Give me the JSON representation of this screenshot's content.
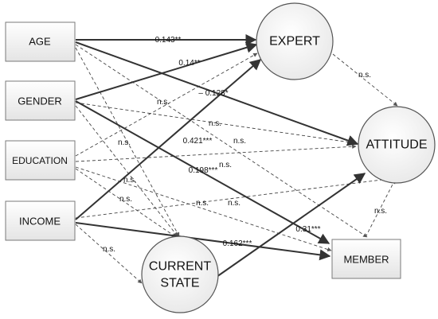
{
  "nodes": {
    "age": "AGE",
    "gender": "GENDER",
    "education": "EDUCATION",
    "income": "INCOME",
    "expert": "EXPERT",
    "attitude": "ATTITUDE",
    "current_state_line1": "CURRENT",
    "current_state_line2": "STATE",
    "member": "MEMBER"
  },
  "paths": {
    "age_expert": "0.143**",
    "gender_expert": "0.14**",
    "age_attitude": "– 0.128*",
    "income_expert": "0.421***",
    "gender_member": "0.198***",
    "income_member": "0.162***",
    "current_state_attitude": "0.31***",
    "expert_attitude": "n.s.",
    "member_attitude": "n.s.",
    "age_member": "n.s.",
    "age_current_state": "n.s.",
    "gender_attitude": "n.s.",
    "gender_current_state": "n.s.",
    "education_expert": "n.s.",
    "education_attitude": "n.s.",
    "education_member": "n.s.",
    "education_current_state": "n.s.",
    "income_attitude": "n.s.",
    "income_current_state": "n.s."
  }
}
